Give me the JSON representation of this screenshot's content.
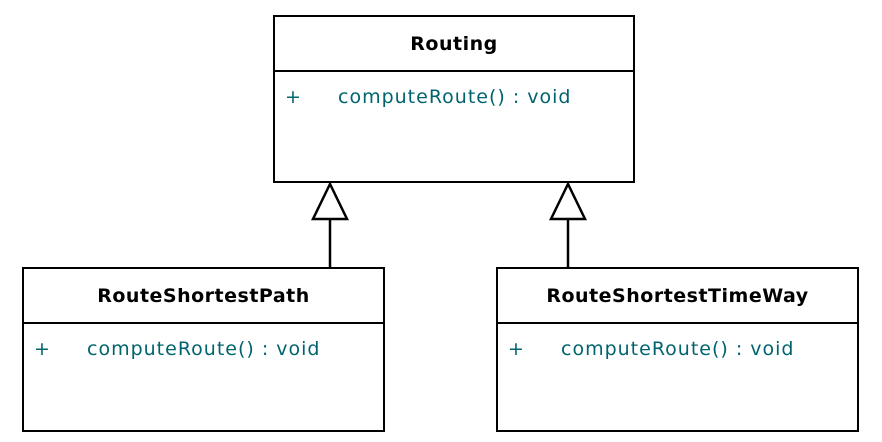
{
  "diagram": {
    "type": "uml-class-diagram",
    "background_color": "#FFFFFF",
    "border_color": "#000000",
    "class_name_color": "#000000",
    "method_text_color": "#00646E",
    "classes": [
      {
        "id": "routing",
        "name": "Routing",
        "methods": [
          {
            "visibility": "+",
            "signature": "computeRoute() : void"
          }
        ]
      },
      {
        "id": "route-shortest-path",
        "name": "RouteShortestPath",
        "methods": [
          {
            "visibility": "+",
            "signature": "computeRoute() : void"
          }
        ]
      },
      {
        "id": "route-shortest-time-way",
        "name": "RouteShortestTimeWay",
        "methods": [
          {
            "visibility": "+",
            "signature": "computeRoute() : void"
          }
        ]
      }
    ],
    "relationships": [
      {
        "type": "generalization",
        "from": "RouteShortestPath",
        "to": "Routing"
      },
      {
        "type": "generalization",
        "from": "RouteShortestTimeWay",
        "to": "Routing"
      }
    ]
  }
}
